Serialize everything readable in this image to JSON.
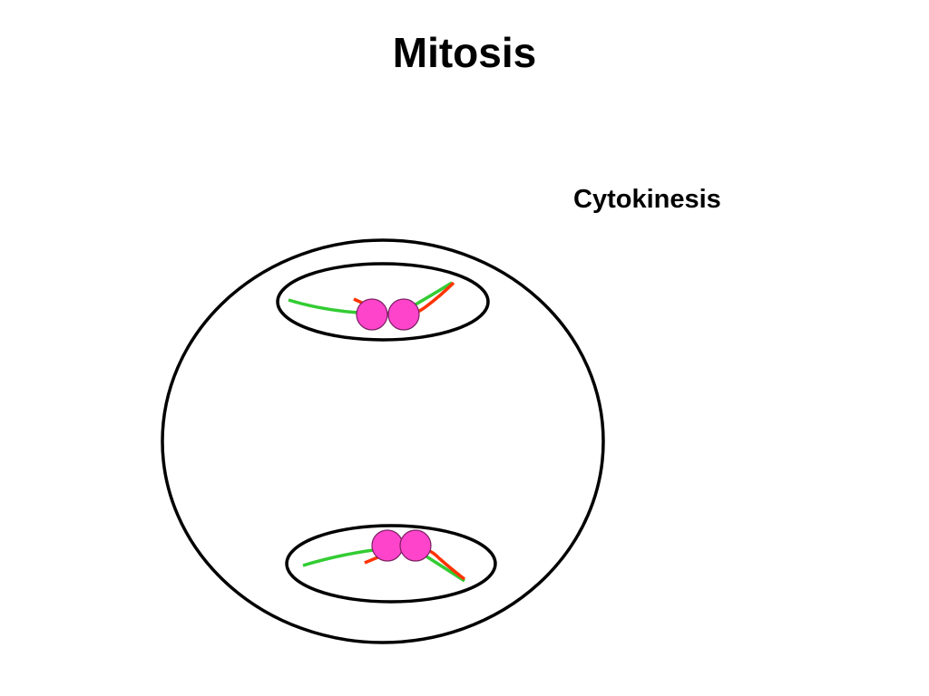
{
  "title": "Mitosis",
  "phase_label": "Cytokinesis",
  "colors": {
    "outline": "#000000",
    "chromatid_a": "#33cc33",
    "chromatid_b": "#ff3300",
    "centromere": "#ff44cc"
  },
  "parts": [
    "cell-membrane",
    "top-nucleus",
    "bottom-nucleus",
    "chromosome",
    "centromere"
  ]
}
